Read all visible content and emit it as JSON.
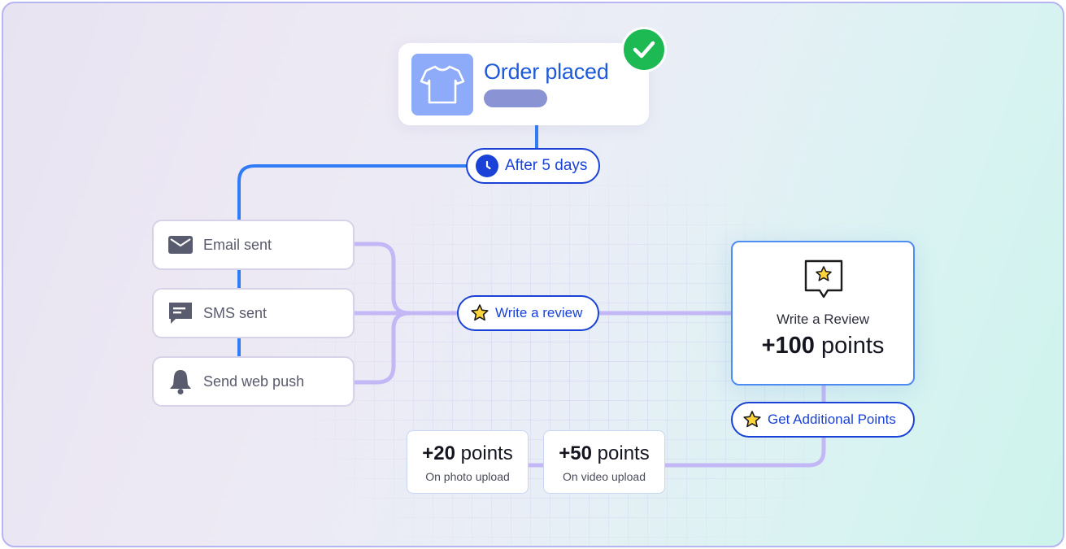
{
  "trigger": {
    "title": "Order placed",
    "icon": "t-shirt-icon",
    "status_icon": "check-circle-icon"
  },
  "delay": {
    "label": "After 5 days",
    "icon": "clock-icon"
  },
  "channels": [
    {
      "label": "Email sent",
      "icon": "envelope-icon"
    },
    {
      "label": "SMS sent",
      "icon": "chat-message-icon"
    },
    {
      "label": "Send web push",
      "icon": "bell-icon"
    }
  ],
  "action": {
    "label": "Write a review",
    "icon": "star-icon"
  },
  "reward": {
    "label": "Write a Review",
    "amount": "+100",
    "unit": "points",
    "icon": "star-speech-bubble-icon"
  },
  "extra": {
    "label": "Get Additional Points",
    "icon": "star-icon"
  },
  "bonuses": [
    {
      "amount": "+20",
      "unit": "points",
      "caption": "On photo upload"
    },
    {
      "amount": "+50",
      "unit": "points",
      "caption": "On video upload"
    }
  ],
  "colors": {
    "brand_blue": "#1a42d6",
    "connector_blue": "#2f7cf6",
    "connector_violet": "#c3b8f5",
    "success_green": "#1db953",
    "shirt_tile": "#8eabfa"
  }
}
